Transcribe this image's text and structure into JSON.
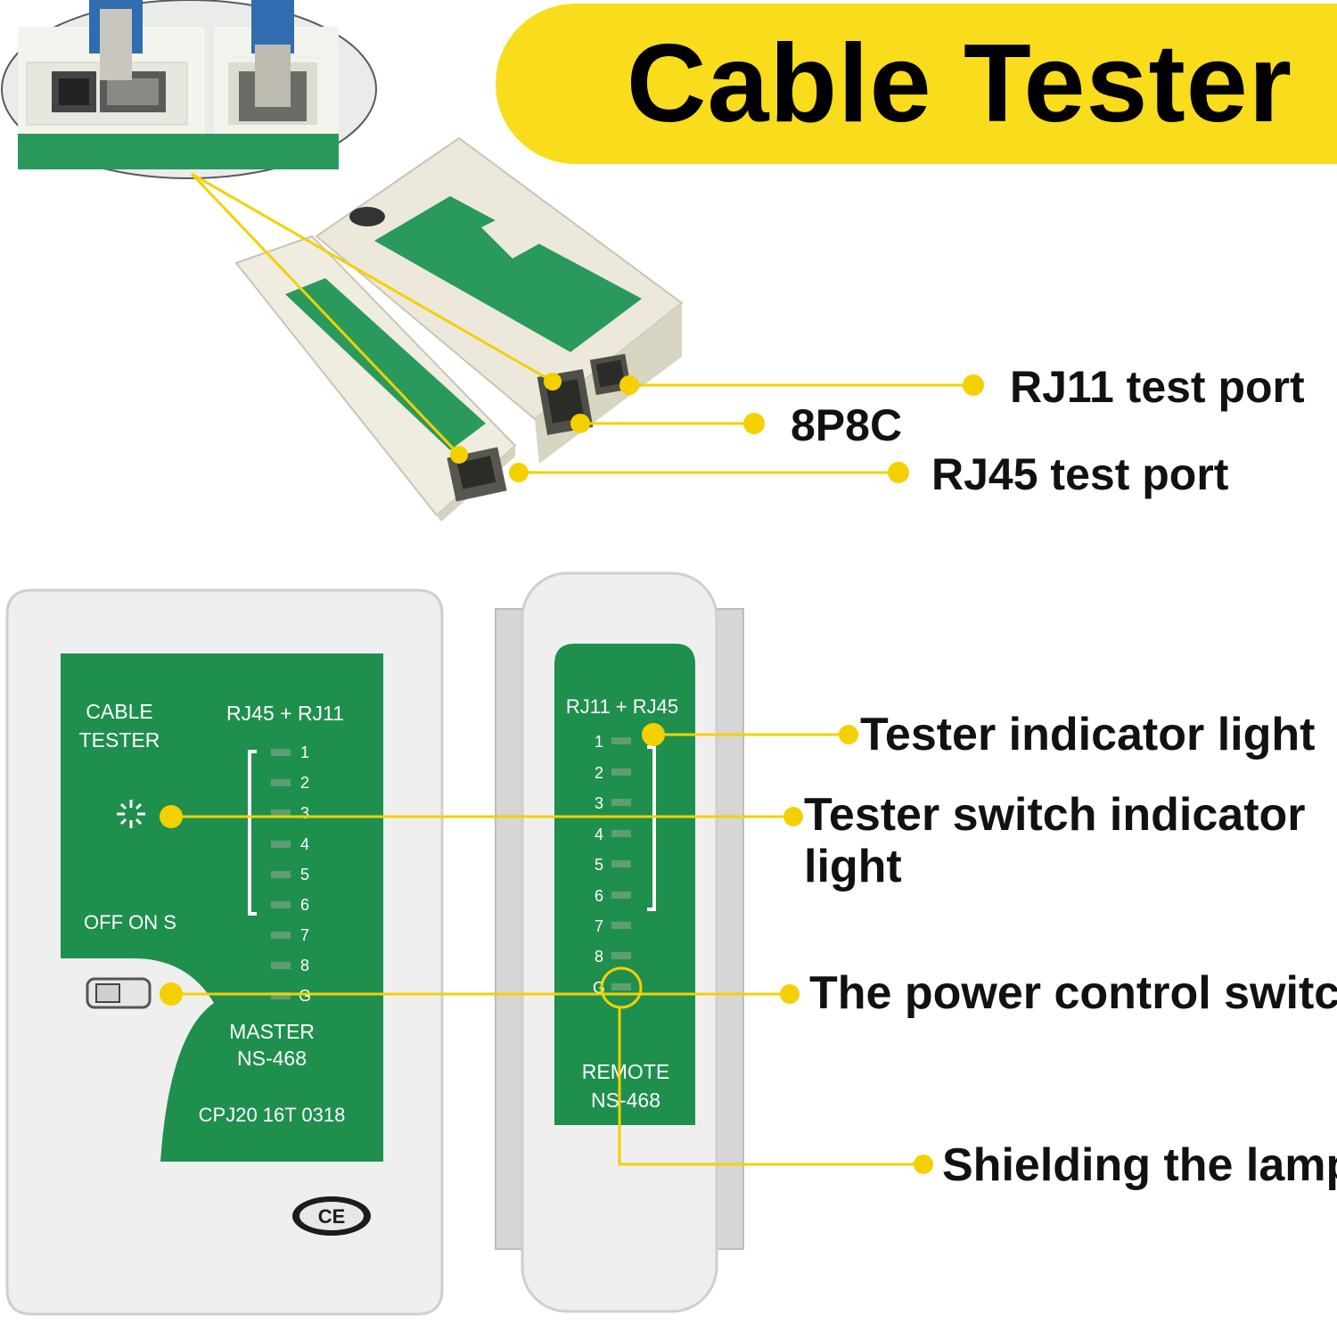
{
  "title": "Cable Tester",
  "callouts": {
    "rj11_test_port": "RJ11 test port",
    "p8c8": "8P8C",
    "rj45_test_port": "RJ45 test port",
    "tester_indicator_light": "Tester indicator light",
    "tester_switch_indicator_line1": "Tester switch indicator",
    "tester_switch_indicator_line2": "light",
    "power_control_switch": "The power control switch",
    "shielding_lamp": "Shielding the lamp"
  },
  "master_unit": {
    "label_line1": "CABLE",
    "label_line2": "TESTER",
    "port_label": "RJ45 + RJ11",
    "switch_label": "OFF ON S",
    "model_line1": "MASTER",
    "model_line2": "NS-468",
    "serial": "CPJ20 16T 0318",
    "leds": [
      "1",
      "2",
      "3",
      "4",
      "5",
      "6",
      "7",
      "8",
      "G"
    ],
    "ce_mark": "CE"
  },
  "remote_unit": {
    "port_label": "RJ11 + RJ45",
    "model_line1": "REMOTE",
    "model_line2": "NS-468",
    "leds": [
      "1",
      "2",
      "3",
      "4",
      "5",
      "6",
      "7",
      "8",
      "G"
    ]
  },
  "colors": {
    "banner": "#f9dc1c",
    "panel_green": "#1f8f4e",
    "callout_line": "#f5d000"
  }
}
